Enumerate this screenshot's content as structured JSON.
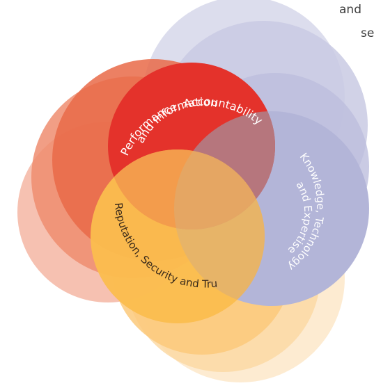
{
  "corner_text": {
    "line1": "and",
    "line2": "se"
  },
  "labels": {
    "performance": {
      "line1": "Performance, Accountability",
      "line2": "and Information"
    },
    "knowledge": {
      "line1": "Knowledge, Technology",
      "line2": "and Expertise"
    },
    "reputation": {
      "line1": "Reputation, Security and Trust"
    }
  },
  "colors": {
    "red": "#e4322b",
    "lavender": "#b3b5d8",
    "orange": "#fbbd4e",
    "overlap_mauve": "#b27e86",
    "label_light": "#ffffff",
    "label_dark": "#3a2a1a"
  }
}
